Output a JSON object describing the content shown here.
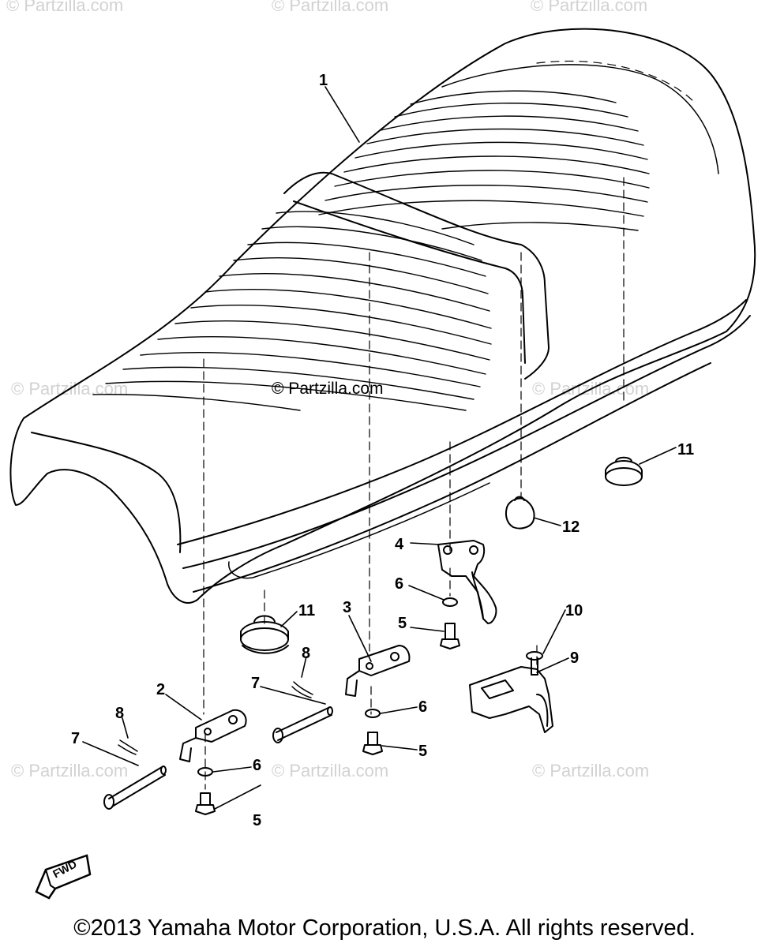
{
  "watermarks": {
    "top_left": "© Partzilla.com",
    "top_center": "© Partzilla.com",
    "top_right": "© Partzilla.com",
    "mid_left": "© Partzilla.com",
    "mid_center": "© Partzilla.com",
    "mid_right": "© Partzilla.com",
    "bottom_left": "© Partzilla.com",
    "bottom_center": "© Partzilla.com",
    "bottom_right": "© Partzilla.com"
  },
  "callouts": {
    "part_1": "1",
    "part_2": "2",
    "part_3": "3",
    "part_4": "4",
    "part_5a": "5",
    "part_5b": "5",
    "part_5c": "5",
    "part_6a": "6",
    "part_6b": "6",
    "part_6c": "6",
    "part_7a": "7",
    "part_7b": "7",
    "part_8a": "8",
    "part_8b": "8",
    "part_9": "9",
    "part_10": "10",
    "part_11a": "11",
    "part_11b": "11",
    "part_12": "12"
  },
  "fwd_label": "FWD",
  "copyright": "©2013 Yamaha Motor Corporation, U.S.A. All rights reserved.",
  "colors": {
    "ink": "#000000",
    "watermark": "#d2d2d2",
    "background": "#ffffff"
  }
}
